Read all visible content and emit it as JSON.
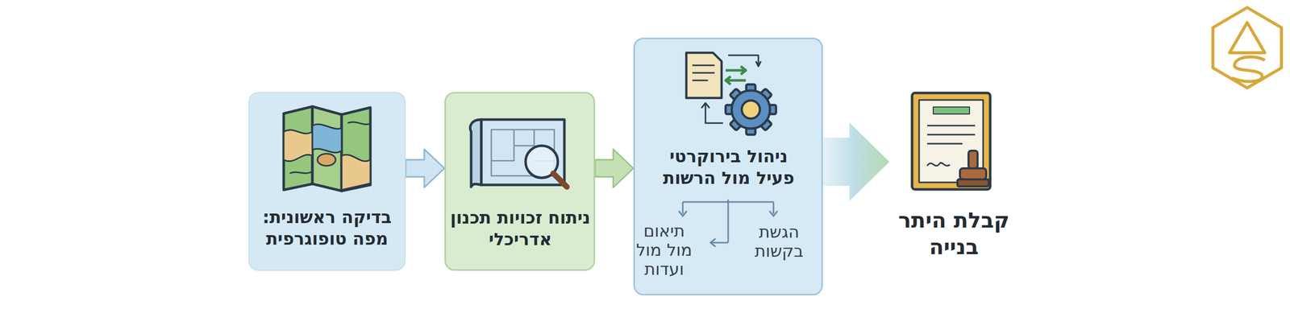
{
  "diagram": {
    "nodes": [
      {
        "text": [
          "בדיקה ראשונית: מפה טופוגרפית"
        ]
      },
      {
        "text": [
          "ניתוח זכויות תכנון אדריכלי"
        ]
      },
      {
        "text": [
          "ניהול בירוקרטי פעיל מול הרשות"
        ]
      },
      {
        "text": [
          "קבלת היתר בנייה"
        ]
      }
    ],
    "edges": [
      {
        "from": 0,
        "to": 1,
        "arrow": "to"
      },
      {
        "from": 1,
        "to": 2,
        "arrow": "to"
      },
      {
        "from": 2,
        "to": 3,
        "arrow": "to"
      }
    ],
    "labels": [
      "הגשת בקשות",
      "תיאום מול מול ועדות"
    ]
  }
}
